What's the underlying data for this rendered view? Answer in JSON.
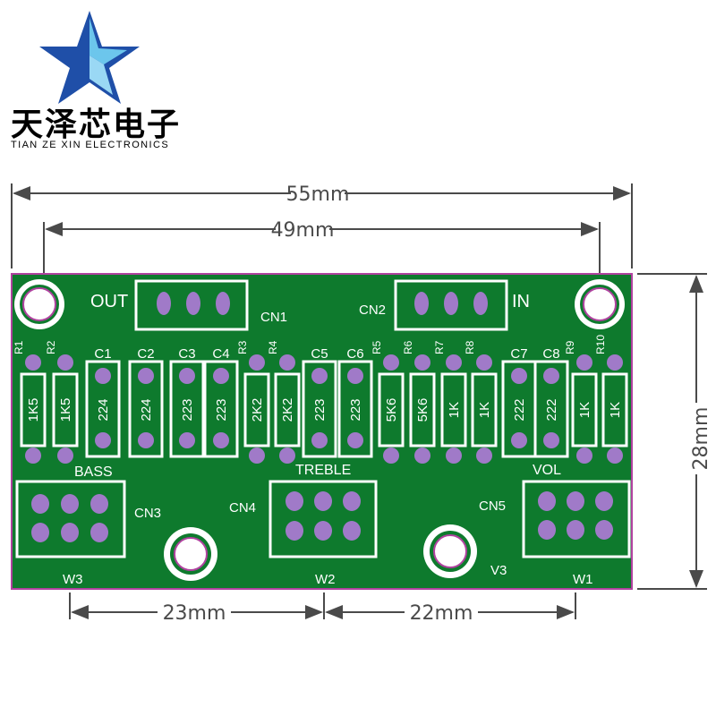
{
  "brand": {
    "name_cn": "天泽芯电子",
    "name_en": "TIAN ZE XIN ELECTRONICS"
  },
  "dimensions": {
    "width_total": "55mm",
    "width_holes": "49mm",
    "height": "28mm",
    "pot_spacing_left": "23mm",
    "pot_spacing_right": "22mm"
  },
  "connectors": {
    "out": "OUT",
    "in": "IN",
    "cn1": "CN1",
    "cn2": "CN2",
    "cn3": "CN3",
    "cn4": "CN4",
    "cn5": "CN5"
  },
  "controls": {
    "bass": "BASS",
    "treble": "TREBLE",
    "vol": "VOL",
    "w1": "W1",
    "w2": "W2",
    "w3": "W3",
    "v3": "V3"
  },
  "components": [
    {
      "ref": "R1",
      "value": "1K5"
    },
    {
      "ref": "R2",
      "value": "1K5"
    },
    {
      "ref": "C1",
      "value": "224"
    },
    {
      "ref": "C2",
      "value": "224"
    },
    {
      "ref": "C3",
      "value": "223"
    },
    {
      "ref": "C4",
      "value": "223"
    },
    {
      "ref": "R3",
      "value": "2K2"
    },
    {
      "ref": "R4",
      "value": "2K2"
    },
    {
      "ref": "C5",
      "value": "223"
    },
    {
      "ref": "C6",
      "value": "223"
    },
    {
      "ref": "R5",
      "value": "5K6"
    },
    {
      "ref": "R6",
      "value": "5K6"
    },
    {
      "ref": "R7",
      "value": "1K"
    },
    {
      "ref": "R8",
      "value": "1K"
    },
    {
      "ref": "C7",
      "value": "222"
    },
    {
      "ref": "C8",
      "value": "222"
    },
    {
      "ref": "R9",
      "value": "1K"
    },
    {
      "ref": "R10",
      "value": "1K"
    }
  ],
  "colors": {
    "pcb": "#0e7a2d",
    "outline": "#b0429f",
    "pad": "#a07ac8",
    "silk": "#ffffff",
    "dimension": "#4a4a4a",
    "logo_blue": "#1f4fa8",
    "logo_cyan": "#6cc6ec"
  }
}
